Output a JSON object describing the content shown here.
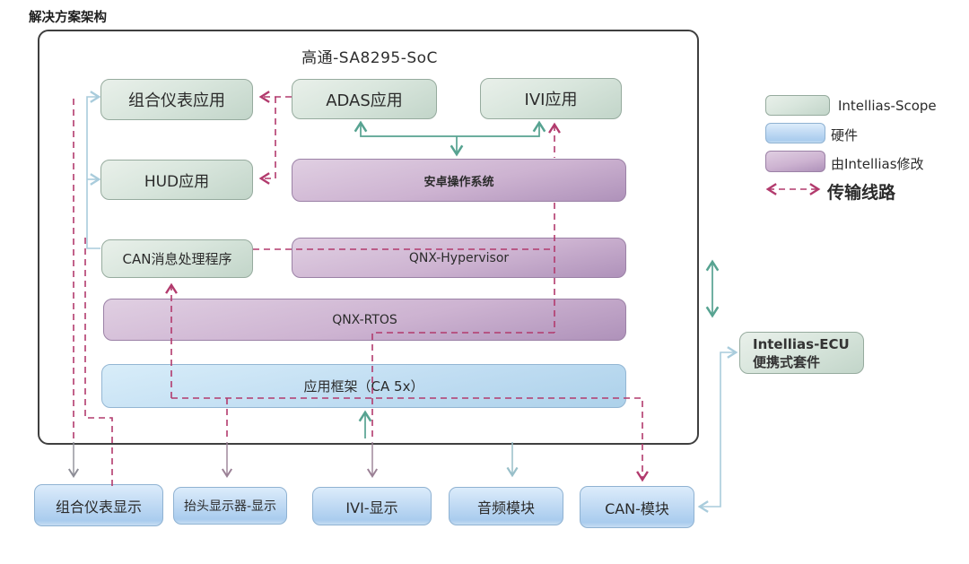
{
  "page_title": "解决方案架构",
  "colors": {
    "transmission_dashed": "#b23a6d",
    "teal_arrow": "#57a391",
    "lightblue_arrow": "#a9ccdc",
    "gray_arrow": "#8d8d96",
    "scope_green": "#d9e6dd",
    "hardware_blue": "#c2dbf4",
    "modified_purple": "#cdb3d1"
  },
  "soc": {
    "title": "高通-SA8295-SoC",
    "nodes": {
      "cluster_app": "组合仪表应用",
      "adas_app": "ADAS应用",
      "ivi_app": "IVI应用",
      "hud_app": "HUD应用",
      "android_os": "安卓操作系统",
      "can_handler": "CAN消息处理程序",
      "qnx_hypervisor": "QNX-Hypervisor",
      "qnx_rtos": "QNX-RTOS",
      "app_framework": "应用框架（CA 5x）"
    }
  },
  "external": {
    "ecu_kit_line1": "Intellias-ECU",
    "ecu_kit_line2": "便携式套件",
    "cluster_display": "组合仪表显示",
    "hud_display": "抬头显示器-显示",
    "ivi_display": "IVI-显示",
    "audio_module": "音频模块",
    "can_module": "CAN-模块"
  },
  "legend": {
    "items": [
      {
        "label": "Intellias-Scope"
      },
      {
        "label": "硬件"
      },
      {
        "label": "由Intellias修改"
      },
      {
        "label": "传输线路"
      }
    ]
  }
}
